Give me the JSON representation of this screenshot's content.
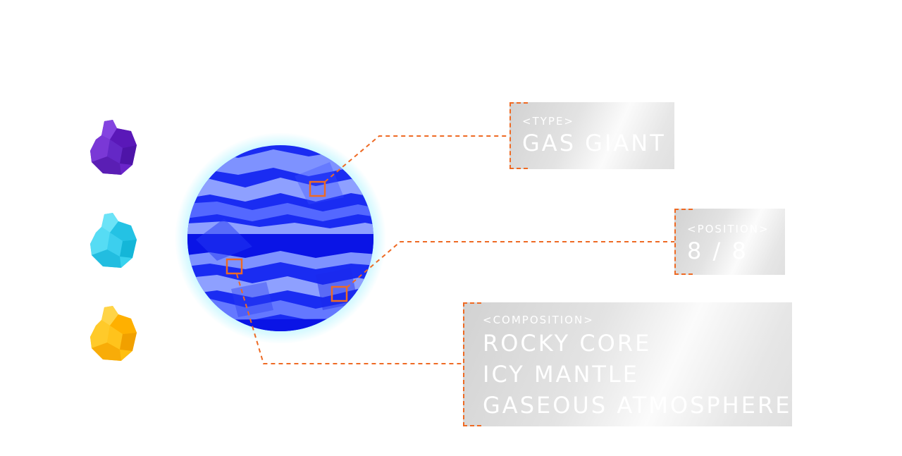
{
  "palette": {
    "accent": "#ee6a24",
    "planet_deep": "#0a14e6",
    "planet_mid": "#3a4cff",
    "planet_band": "#8fa2ff",
    "glow": "#9ff1ff"
  },
  "selector": {
    "items": [
      {
        "name": "purple-rock",
        "color": "#6a24c9",
        "shade": "#4e14a8",
        "light": "#8444e0"
      },
      {
        "name": "cyan-rock",
        "color": "#38d2ee",
        "shade": "#14b6d8",
        "light": "#6ce3f7"
      },
      {
        "name": "yellow-rock",
        "color": "#ffbf10",
        "shade": "#f1a000",
        "light": "#ffd447"
      }
    ]
  },
  "info": {
    "type": {
      "tag": "<TYPE>",
      "value": "GAS GIANT"
    },
    "position": {
      "tag": "<POSITION>",
      "value": "8 / 8"
    },
    "composition": {
      "tag": "<COMPOSITION>",
      "lines": [
        "ROCKY CORE",
        "ICY MANTLE",
        "GASEOUS ATMOSPHERE"
      ]
    }
  }
}
